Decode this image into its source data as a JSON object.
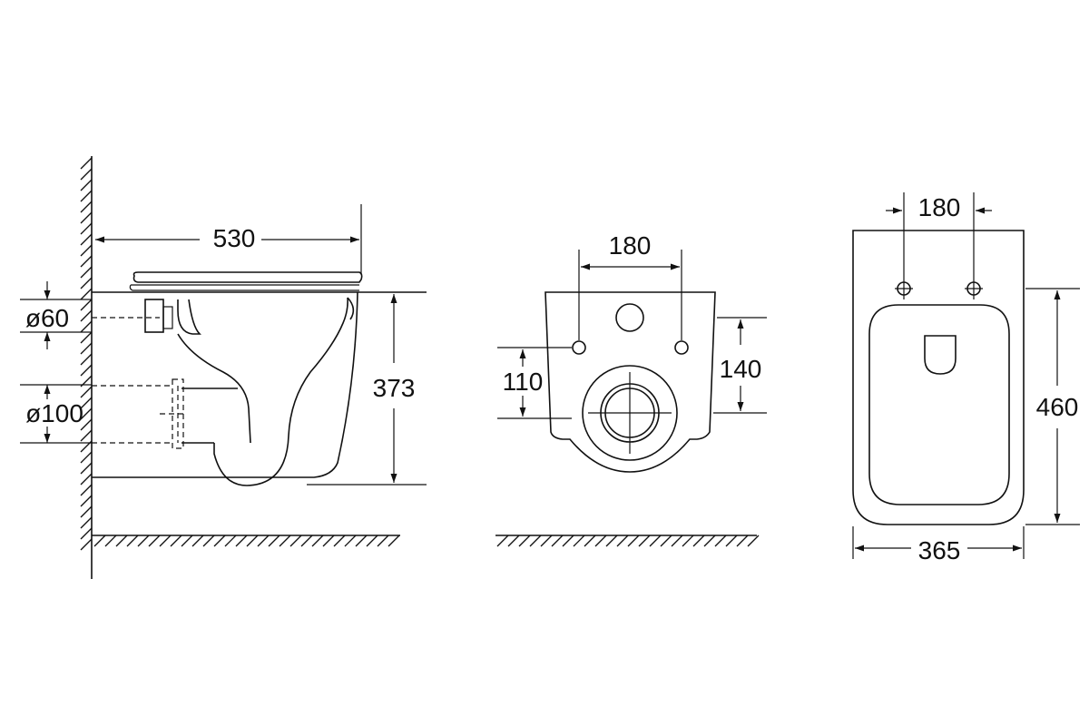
{
  "drawing": {
    "side_view": {
      "length": "530",
      "height": "373",
      "inlet_diameter": "ø60",
      "outlet_diameter": "ø100"
    },
    "front_view": {
      "bolt_spacing": "180",
      "bolt_height": "110",
      "outlet_height": "140"
    },
    "top_view": {
      "bolt_spacing": "180",
      "length": "460",
      "width": "365"
    }
  },
  "colors": {
    "line": "#111111",
    "background": "#ffffff"
  }
}
